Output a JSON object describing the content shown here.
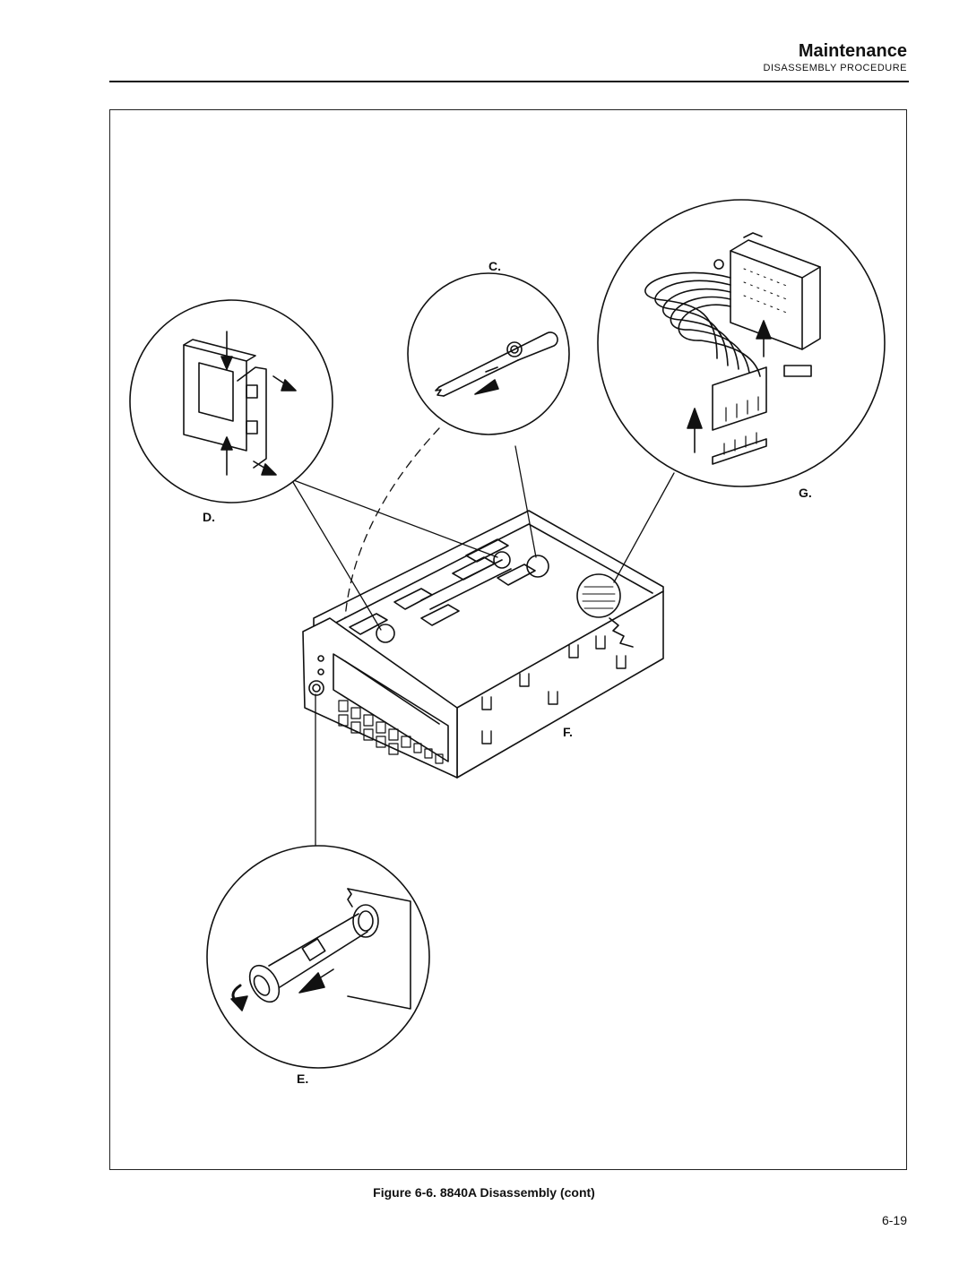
{
  "header": {
    "title": "Maintenance",
    "subtitle": "DISASSEMBLY PROCEDURE"
  },
  "figure": {
    "labels": {
      "c": "C.",
      "d": "D.",
      "e": "E.",
      "f": "F.",
      "g": "G."
    },
    "caption": "Figure 6-6. 8840A Disassembly (cont)"
  },
  "footer": {
    "page_number": "6-19"
  }
}
